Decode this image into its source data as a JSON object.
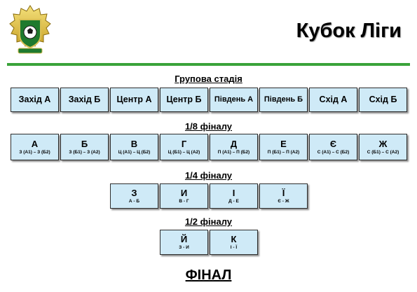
{
  "title": "Кубок Ліги",
  "stages": {
    "group": "Групова стадія",
    "r16": "1/8 фіналу",
    "qf": "1/4 фіналу",
    "sf": "1/2 фіналу",
    "final": "ФІНАЛ"
  },
  "groups": [
    "Захід А",
    "Захід Б",
    "Центр А",
    "Центр Б",
    "Південь А",
    "Південь Б",
    "Схід А",
    "Схід Б"
  ],
  "r16": [
    {
      "label": "А",
      "sub": "З (А1) – З (Б2)"
    },
    {
      "label": "Б",
      "sub": "З (Б1) – З (А2)"
    },
    {
      "label": "В",
      "sub": "Ц (А1) – Ц (Б2)"
    },
    {
      "label": "Г",
      "sub": "Ц (Б1) – Ц (А2)"
    },
    {
      "label": "Д",
      "sub": "П (А1) – П (Б2)"
    },
    {
      "label": "Е",
      "sub": "П (Б1) – П (А2)"
    },
    {
      "label": "Є",
      "sub": "С (А1) – С (Б2)"
    },
    {
      "label": "Ж",
      "sub": "С (Б1) – С (А2)"
    }
  ],
  "qf": [
    {
      "label": "З",
      "sub": "А - Б"
    },
    {
      "label": "И",
      "sub": "В - Г"
    },
    {
      "label": "І",
      "sub": "Д - Е"
    },
    {
      "label": "Ї",
      "sub": "Є - Ж"
    }
  ],
  "sf": [
    {
      "label": "Й",
      "sub": "З - И"
    },
    {
      "label": "К",
      "sub": "І - Ї"
    }
  ],
  "colors": {
    "accent": "#3aa33a",
    "box": "#cfeaf7"
  }
}
